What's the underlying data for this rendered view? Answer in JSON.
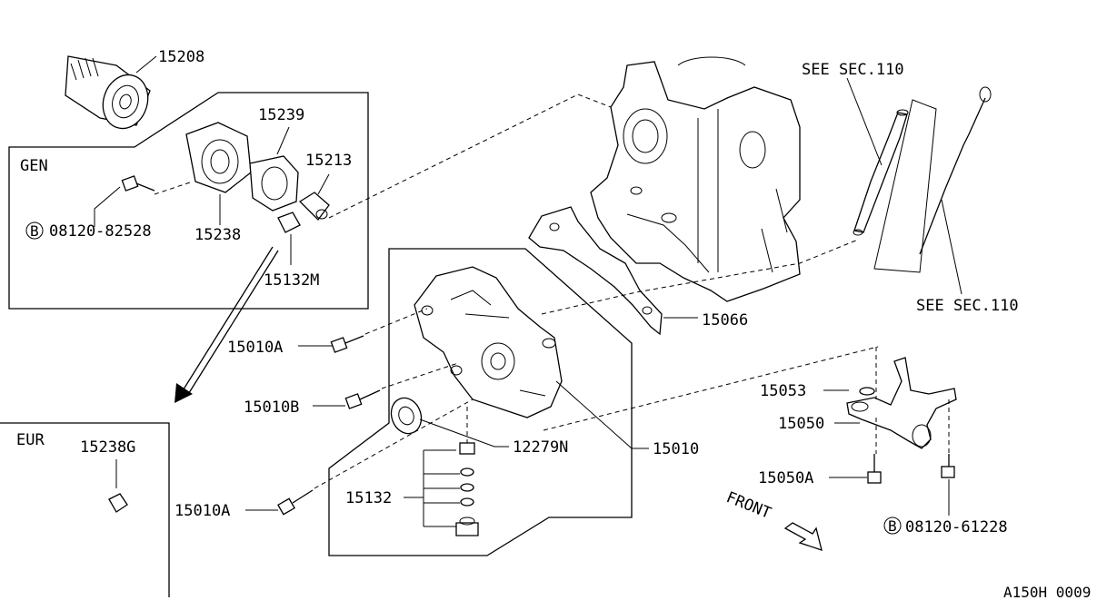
{
  "callouts": {
    "p15208": "15208",
    "p15239": "15239",
    "p15213": "15213",
    "p15238": "15238",
    "bolt_82528": "08120-82528",
    "p15132M": "15132M",
    "gen": "GEN",
    "eur": "EUR",
    "p15238G": "15238G",
    "see_sec_top": "SEE SEC.110",
    "see_sec_right": "SEE SEC.110",
    "p15066": "15066",
    "p15010A_1": "15010A",
    "p15010B": "15010B",
    "p15010A_2": "15010A",
    "p12279N": "12279N",
    "p15010": "15010",
    "p15132": "15132",
    "p15053": "15053",
    "p15050": "15050",
    "p15050A": "15050A",
    "bolt_61228": "08120-61228",
    "front": "FRONT",
    "bolt_marker": "B"
  },
  "figure_id": "A150H 0009"
}
